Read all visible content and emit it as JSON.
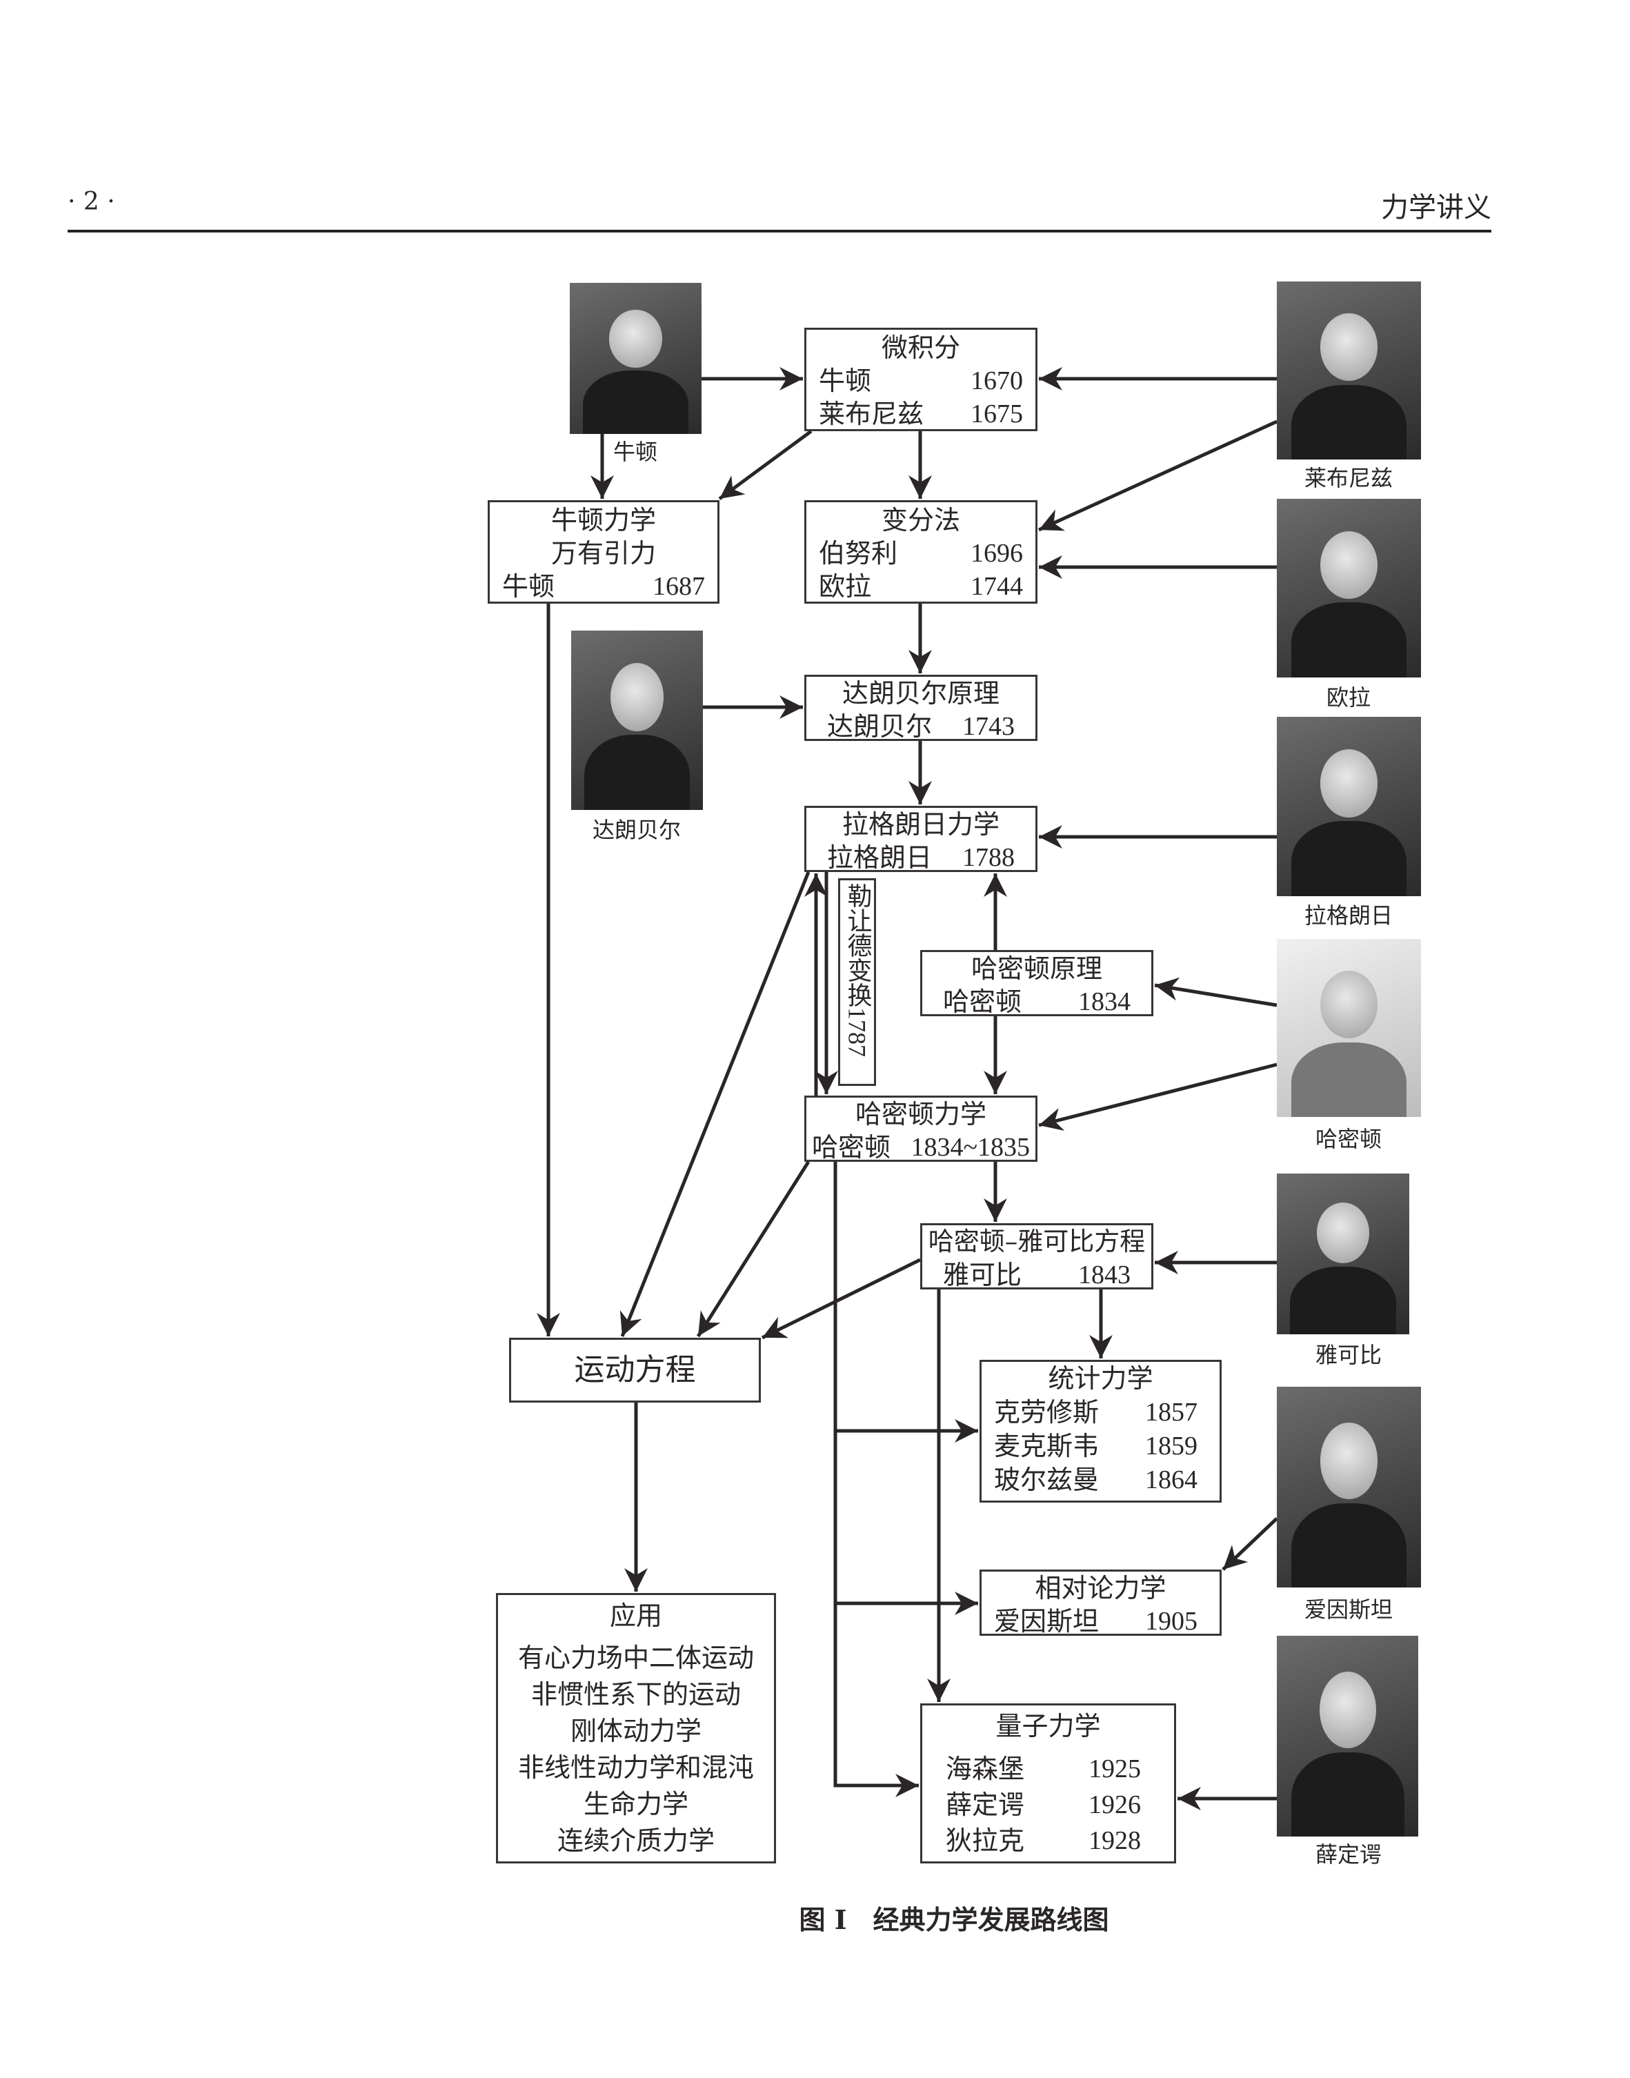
{
  "header": {
    "page_number": "· 2 ·",
    "book_title": "力学讲义"
  },
  "people": {
    "newton": "牛顿",
    "leibniz": "莱布尼兹",
    "euler": "欧拉",
    "dalembert": "达朗贝尔",
    "lagrange": "拉格朗日",
    "hamilton": "哈密顿",
    "jacobi": "雅可比",
    "einstein": "爱因斯坦",
    "schrodinger": "薛定谔"
  },
  "boxes": {
    "calculus": {
      "title": "微积分",
      "rows": [
        [
          "牛顿",
          "1670"
        ],
        [
          "莱布尼兹",
          "1675"
        ]
      ]
    },
    "newton_mechanics": {
      "lines": [
        "牛顿力学",
        "万有引力"
      ],
      "rows": [
        [
          "牛顿",
          "1687"
        ]
      ]
    },
    "variational": {
      "title": "变分法",
      "rows": [
        [
          "伯努利",
          "1696"
        ],
        [
          "欧拉",
          "1744"
        ]
      ]
    },
    "dalembert": {
      "title": "达朗贝尔原理",
      "rows": [
        [
          "达朗贝尔",
          "1743"
        ]
      ]
    },
    "lagrange": {
      "title": "拉格朗日力学",
      "rows": [
        [
          "拉格朗日",
          "1788"
        ]
      ]
    },
    "legendre": {
      "title": "勒让德变换",
      "year": "1787"
    },
    "hamilton_principle": {
      "title": "哈密顿原理",
      "rows": [
        [
          "哈密顿",
          "1834"
        ]
      ]
    },
    "hamilton_mechanics": {
      "title": "哈密顿力学",
      "rows": [
        [
          "哈密顿",
          "1834~1835"
        ]
      ]
    },
    "hj": {
      "title": "哈密顿–雅可比方程",
      "rows": [
        [
          "雅可比",
          "1843"
        ]
      ]
    },
    "equation": {
      "title": "运动方程"
    },
    "statistical": {
      "title": "统计力学",
      "rows": [
        [
          "克劳修斯",
          "1857"
        ],
        [
          "麦克斯韦",
          "1859"
        ],
        [
          "玻尔兹曼",
          "1864"
        ]
      ]
    },
    "relativity": {
      "title": "相对论力学",
      "rows": [
        [
          "爱因斯坦",
          "1905"
        ]
      ]
    },
    "applications": {
      "title": "应用",
      "items": [
        "有心力场中二体运动",
        "非惯性系下的运动",
        "刚体动力学",
        "非线性动力学和混沌",
        "生命力学",
        "连续介质力学"
      ]
    },
    "quantum": {
      "title": "量子力学",
      "rows": [
        [
          "海森堡",
          "1925"
        ],
        [
          "薛定谔",
          "1926"
        ],
        [
          "狄拉克",
          "1928"
        ]
      ]
    }
  },
  "caption": "图 I　经典力学发展路线图"
}
